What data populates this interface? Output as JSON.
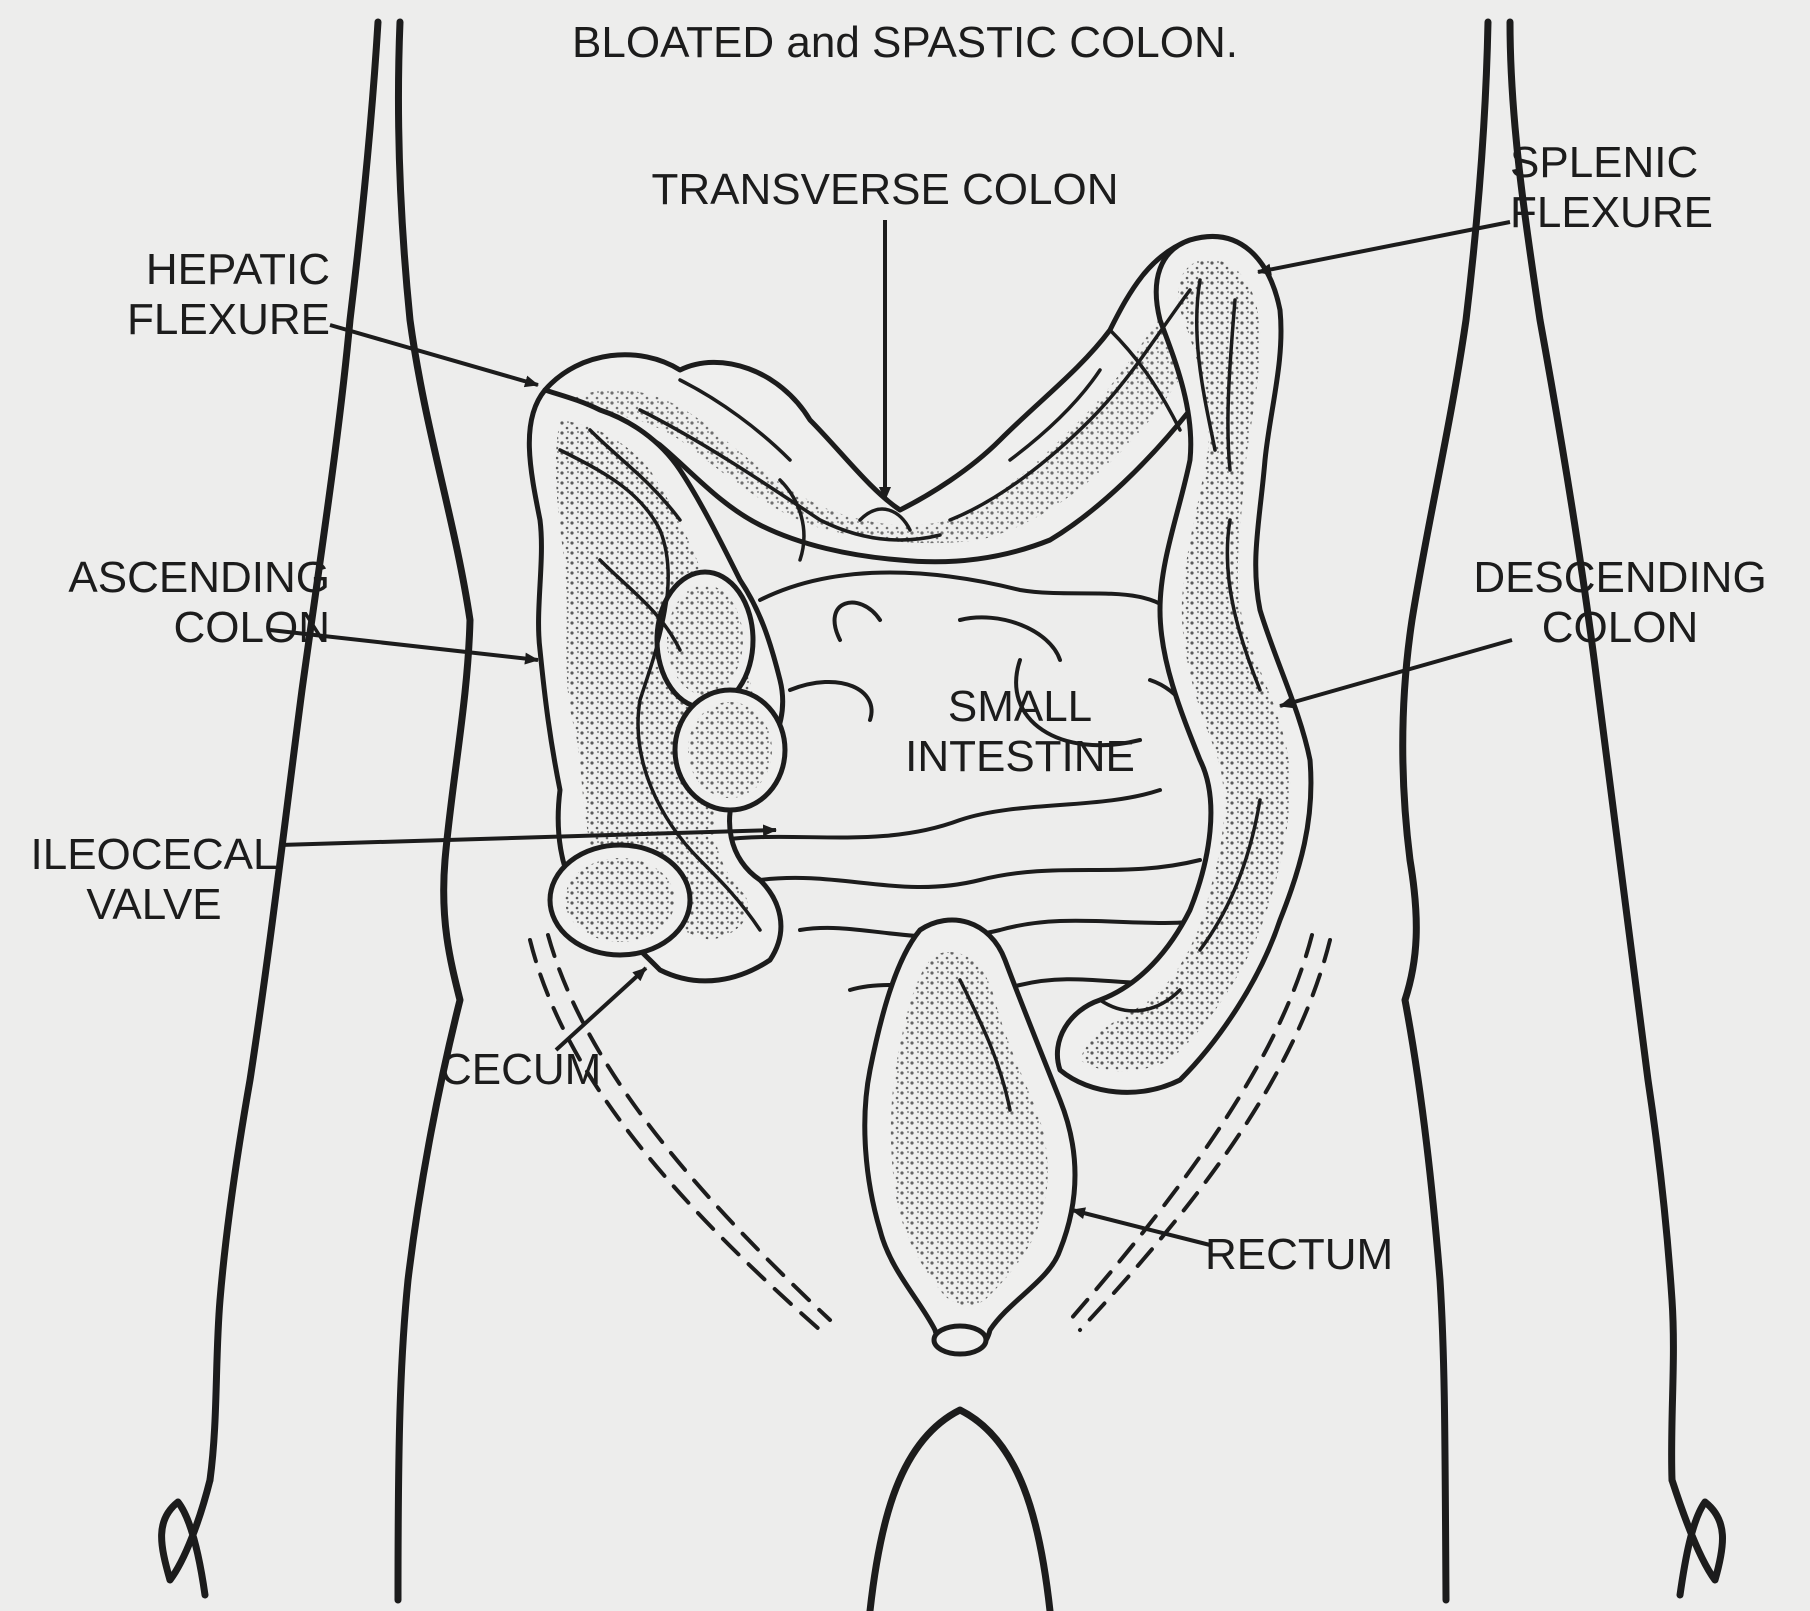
{
  "title": "BLOATED and SPASTIC COLON.",
  "labels": {
    "transverse_colon": "TRANSVERSE COLON",
    "splenic_flexure": [
      "SPLENIC",
      "FLEXURE"
    ],
    "hepatic_flexure": [
      "HEPATIC",
      "FLEXURE"
    ],
    "ascending_colon": [
      "ASCENDING",
      "COLON"
    ],
    "descending_colon": [
      "DESCENDING",
      "COLON"
    ],
    "small_intestine": [
      "SMALL",
      "INTESTINE"
    ],
    "ileocecal_valve": [
      "ILEOCECAL",
      "VALVE"
    ],
    "cecum": "CECUM",
    "rectum": "RECTUM"
  },
  "colors": {
    "background": "#ededec",
    "ink": "#1c1c1c",
    "stipple": "#3a3a3a"
  }
}
